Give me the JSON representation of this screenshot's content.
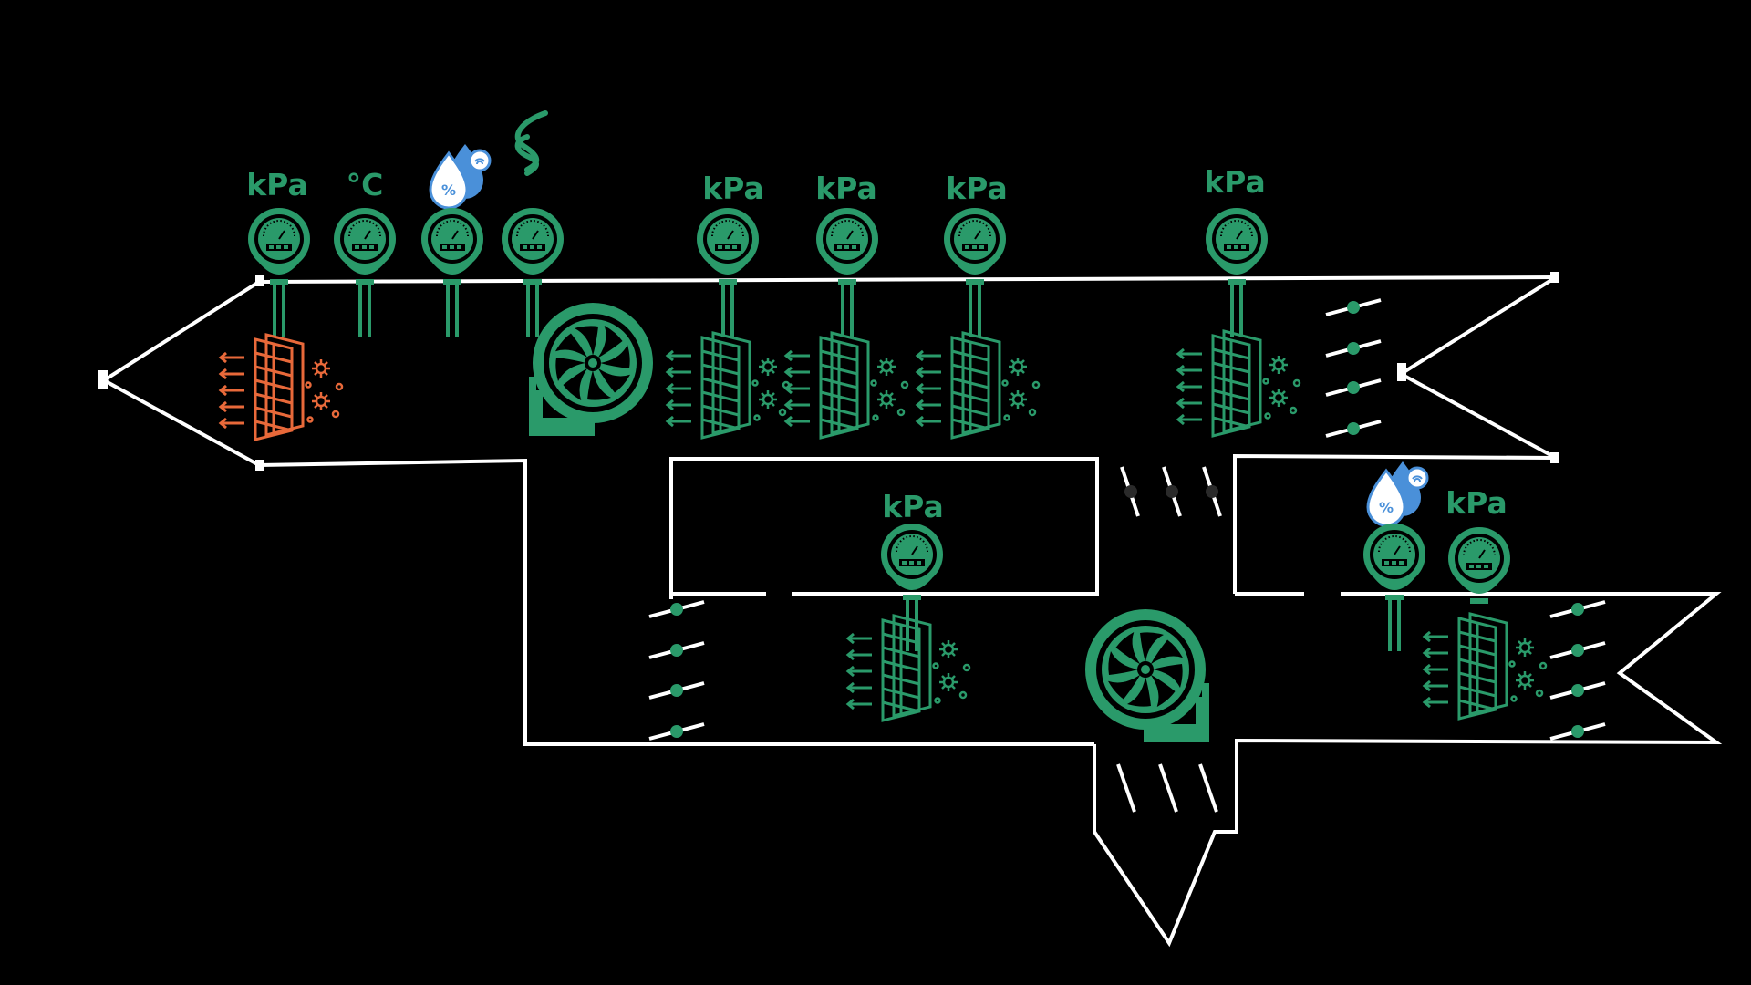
{
  "diagram": {
    "title": "",
    "colors": {
      "background": "#000000",
      "duct": "#ffffff",
      "equipment": "#2a9a6a",
      "heating_coil": "#e8693a",
      "humidity_drop": "#4a90d9"
    },
    "labels": {
      "pressure_unit": "kPa",
      "temperature_unit": "°C"
    },
    "sensors": [
      {
        "kind": "pressure",
        "label": "kPa"
      },
      {
        "kind": "temperature",
        "label": "°C"
      },
      {
        "kind": "humidity",
        "icon": "humidity-drop-icon"
      },
      {
        "kind": "smoke",
        "icon": "smoke-icon"
      },
      {
        "kind": "pressure",
        "label": "kPa"
      },
      {
        "kind": "pressure",
        "label": "kPa"
      },
      {
        "kind": "pressure",
        "label": "kPa"
      },
      {
        "kind": "pressure",
        "label": "kPa"
      },
      {
        "kind": "pressure",
        "label": "kPa"
      },
      {
        "kind": "humidity",
        "icon": "humidity-drop-icon"
      },
      {
        "kind": "pressure",
        "label": "kPa"
      }
    ],
    "fans": [
      {
        "name": "supply-fan",
        "icon": "fan-icon"
      },
      {
        "name": "return-fan",
        "icon": "fan-icon"
      }
    ],
    "coils": [
      {
        "name": "preheat-coil",
        "color": "heating"
      },
      {
        "name": "filter-1",
        "color": "equipment"
      },
      {
        "name": "filter-2",
        "color": "equipment"
      },
      {
        "name": "filter-3",
        "color": "equipment"
      },
      {
        "name": "filter-4",
        "color": "equipment"
      },
      {
        "name": "return-filter",
        "color": "equipment"
      },
      {
        "name": "exhaust-filter",
        "color": "equipment"
      }
    ],
    "dampers": [
      {
        "name": "supply-outlet-damper"
      },
      {
        "name": "mixing-damper"
      },
      {
        "name": "return-inlet-damper"
      },
      {
        "name": "exhaust-damper"
      },
      {
        "name": "bypass-damper"
      }
    ]
  }
}
